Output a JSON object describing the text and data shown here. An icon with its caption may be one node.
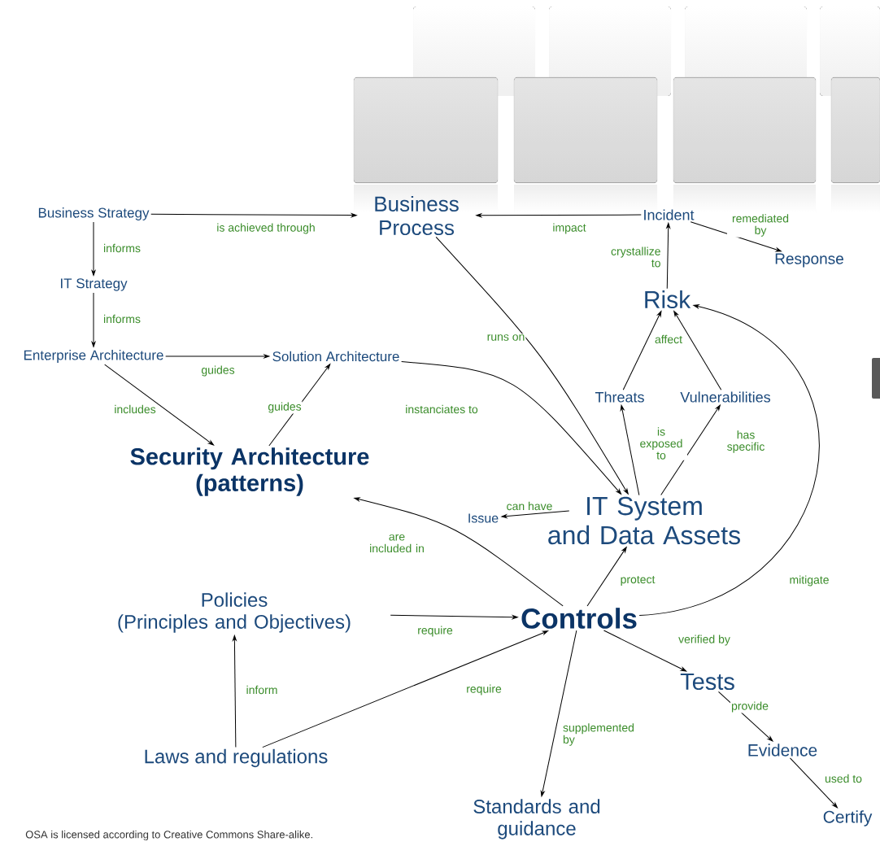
{
  "diagram": {
    "nodes": [
      {
        "text": [
          "Business Strategy"
        ]
      },
      {
        "text": [
          "Business Process"
        ]
      },
      {
        "text": [
          "Incident"
        ]
      },
      {
        "text": [
          "Response"
        ]
      },
      {
        "text": [
          "Risk"
        ]
      },
      {
        "text": [
          "IT Strategy"
        ]
      },
      {
        "text": [
          "Enterprise Architecture"
        ]
      },
      {
        "text": [
          "Solution Architecture"
        ]
      },
      {
        "text": [
          "Threats"
        ]
      },
      {
        "text": [
          "Vulnerabilities"
        ]
      },
      {
        "text": [
          "Security Architecture (patterns)"
        ]
      },
      {
        "text": [
          "Issue"
        ]
      },
      {
        "text": [
          "IT System and Data Assets"
        ]
      },
      {
        "text": [
          "Policies (Principles and Objectives)"
        ]
      },
      {
        "text": [
          "Controls"
        ]
      },
      {
        "text": [
          "Tests"
        ]
      },
      {
        "text": [
          "Laws and regulations"
        ]
      },
      {
        "text": [
          "Evidence"
        ]
      },
      {
        "text": [
          "Standards and guidance"
        ]
      },
      {
        "text": [
          "Certify"
        ]
      }
    ],
    "edges": [
      {
        "from": 0,
        "to": 1,
        "arrow": "to",
        "label": "is achieved through"
      },
      {
        "from": 0,
        "to": 5,
        "arrow": "to",
        "label": "informs"
      },
      {
        "from": 5,
        "to": 6,
        "arrow": "to",
        "label": "informs"
      },
      {
        "from": 2,
        "to": 1,
        "arrow": "to",
        "label": "impact"
      },
      {
        "from": 2,
        "to": 3,
        "arrow": "to",
        "label": "remediated by"
      },
      {
        "from": 4,
        "to": 2,
        "arrow": "to",
        "label": "crystallize to"
      },
      {
        "from": 1,
        "to": 12,
        "arrow": "to",
        "label": "runs on"
      },
      {
        "from": 6,
        "to": 7,
        "arrow": "to",
        "label": "guides"
      },
      {
        "from": 6,
        "to": 10,
        "arrow": "to",
        "label": "includes"
      },
      {
        "from": 10,
        "to": 7,
        "arrow": "to",
        "label": "guides"
      },
      {
        "from": 7,
        "to": 12,
        "arrow": "to",
        "label": "instanciates to"
      },
      {
        "from": 8,
        "to": 4,
        "arrow": "to",
        "label": "affect"
      },
      {
        "from": 9,
        "to": 4,
        "arrow": "to"
      },
      {
        "from": 12,
        "to": 8,
        "arrow": "to",
        "label": "is exposed to"
      },
      {
        "from": 12,
        "to": 9,
        "arrow": "to",
        "label": "has specific"
      },
      {
        "from": 12,
        "to": 11,
        "arrow": "to",
        "label": "can have"
      },
      {
        "from": 14,
        "to": 10,
        "arrow": "to",
        "label": "are included in"
      },
      {
        "from": 14,
        "to": 12,
        "arrow": "to",
        "label": "protect"
      },
      {
        "from": 14,
        "to": 4,
        "arrow": "to",
        "label": "mitigate"
      },
      {
        "from": 13,
        "to": 14,
        "arrow": "to",
        "label": "require"
      },
      {
        "from": 16,
        "to": 13,
        "arrow": "to",
        "label": "inform"
      },
      {
        "from": 16,
        "to": 14,
        "arrow": "to",
        "label": "require"
      },
      {
        "from": 14,
        "to": 18,
        "arrow": "to",
        "label": "supplemented by"
      },
      {
        "from": 14,
        "to": 15,
        "arrow": "to",
        "label": "verified by"
      },
      {
        "from": 15,
        "to": 17,
        "arrow": "to",
        "label": "provide"
      },
      {
        "from": 17,
        "to": 19,
        "arrow": "to",
        "label": "used to"
      }
    ],
    "labels": [
      "OSA is licensed according to Creative Commons Share-alike."
    ]
  }
}
